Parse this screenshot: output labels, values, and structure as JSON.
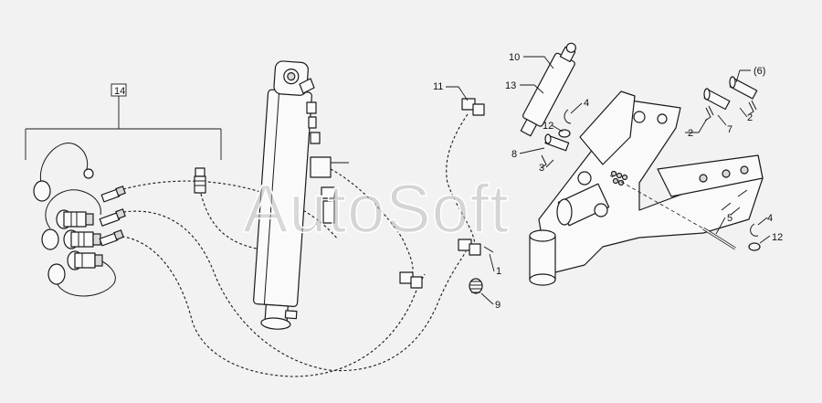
{
  "watermark": "AutoSoft",
  "callouts": {
    "c1": "1",
    "c2a": "2",
    "c2b": "2",
    "c3": "3",
    "c4a": "4",
    "c4b": "4",
    "c5": "5",
    "c6": "(6)",
    "c7": "7",
    "c8": "8",
    "c9": "9",
    "c10": "10",
    "c11": "11",
    "c12a": "12",
    "c12b": "12",
    "c13": "13",
    "c14": "14"
  },
  "colors": {
    "background": "#f2f2f2",
    "line": "#1a1a1a",
    "watermark": "#bcbcbc"
  }
}
